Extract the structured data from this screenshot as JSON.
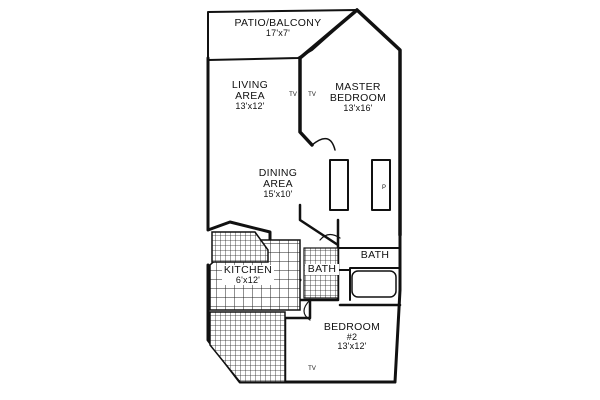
{
  "rooms": {
    "patio": {
      "name": "PATIO/BALCONY",
      "size": "17'x7'"
    },
    "living": {
      "name_line1": "LIVING",
      "name_line2": "AREA",
      "size": "13'x12'"
    },
    "master": {
      "name_line1": "MASTER",
      "name_line2": "BEDROOM",
      "size": "13'x16'"
    },
    "dining": {
      "name_line1": "DINING",
      "name_line2": "AREA",
      "size": "15'x10'"
    },
    "kitchen": {
      "name": "KITCHEN",
      "size": "6'x12'"
    },
    "bath1": {
      "name": "BATH"
    },
    "bath2": {
      "name": "BATH"
    },
    "bedroom2": {
      "name": "BEDROOM",
      "number": "#2",
      "size": "13'x12'"
    }
  },
  "marks": {
    "tv1": "TV",
    "tv2": "TV",
    "tv3": "TV",
    "closet_mark": "P"
  },
  "colors": {
    "ink": "#111111",
    "paper": "#ffffff"
  }
}
